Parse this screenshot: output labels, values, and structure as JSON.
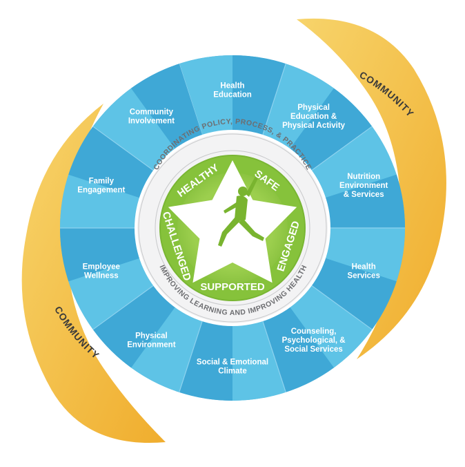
{
  "colors": {
    "community_band": "#f2b636",
    "community_band_light": "#f7d26a",
    "segment_light": "#5cc0e3",
    "segment_dark": "#3aa6d4",
    "segment_divider": "#8ad2ee",
    "inner_ring": "#f1f1f2",
    "inner_ring_line": "#b3b4b6",
    "green": "#8dc63f",
    "green_dark": "#6aa22b",
    "figure": "#7bb62f"
  },
  "community": {
    "top_label": "COMMUNITY",
    "bottom_label": "COMMUNITY"
  },
  "ring": {
    "top_text": "COORDINATING POLICY, PROCESS, & PRACTICE",
    "bottom_text": "IMPROVING LEARNING AND IMPROVING HEALTH"
  },
  "segments": [
    {
      "lines": [
        "Health",
        "Education"
      ]
    },
    {
      "lines": [
        "Physical",
        "Education &",
        "Physical Activity"
      ]
    },
    {
      "lines": [
        "Nutrition",
        "Environment",
        "& Services"
      ]
    },
    {
      "lines": [
        "Health",
        "Services"
      ]
    },
    {
      "lines": [
        "Counseling,",
        "Psychological, &",
        "Social Services"
      ]
    },
    {
      "lines": [
        "Social & Emotional",
        "Climate"
      ]
    },
    {
      "lines": [
        "Physical",
        "Environment"
      ]
    },
    {
      "lines": [
        "Employee",
        "Wellness"
      ]
    },
    {
      "lines": [
        "Family",
        "Engagement"
      ]
    },
    {
      "lines": [
        "Community",
        "Involvement"
      ]
    }
  ],
  "center": {
    "words": [
      "HEALTHY",
      "SAFE",
      "ENGAGED",
      "SUPPORTED",
      "CHALLENGED"
    ],
    "figure_icon": "jumping-child-icon",
    "star_icon": "star-icon"
  }
}
